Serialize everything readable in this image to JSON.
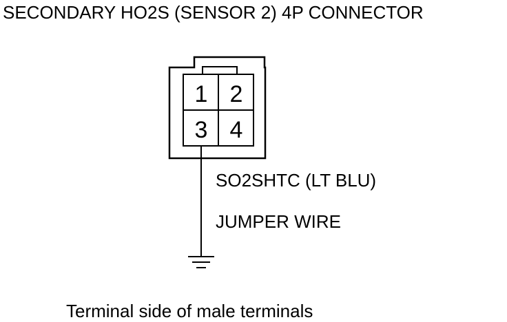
{
  "title": "SECONDARY HO2S (SENSOR 2) 4P CONNECTOR",
  "connector": {
    "pins": [
      {
        "number": "1"
      },
      {
        "number": "2"
      },
      {
        "number": "3"
      },
      {
        "number": "4"
      }
    ]
  },
  "wire": {
    "label": "SO2SHTC (LT BLU)",
    "jumper_label": "JUMPER WIRE"
  },
  "caption": "Terminal side of male terminals",
  "colors": {
    "line": "#000000",
    "background": "#ffffff"
  },
  "icons": [
    "ground-symbol-icon"
  ]
}
